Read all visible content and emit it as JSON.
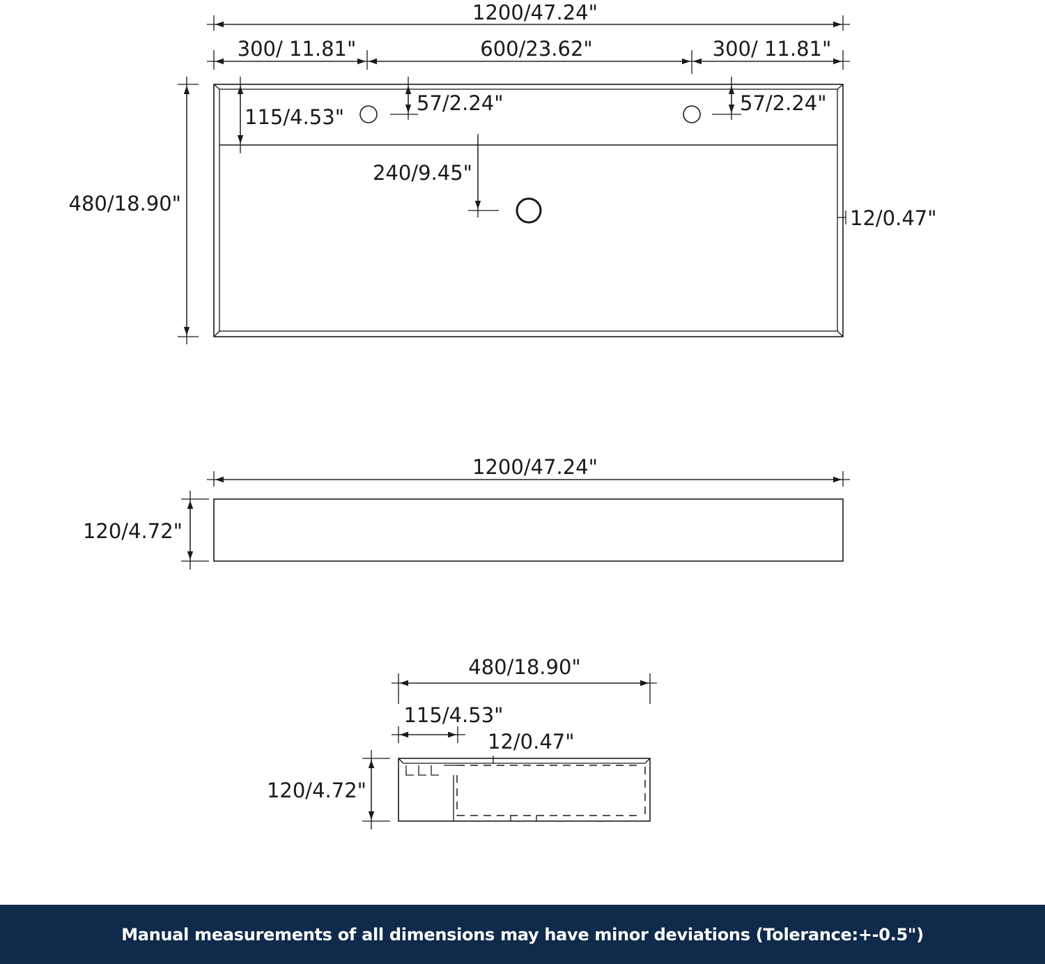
{
  "top_view": {
    "overall_width": "1200/47.24\"",
    "left_offset": "300/ 11.81\"",
    "center_span": "600/23.62\"",
    "right_offset": "300/ 11.81\"",
    "depth": "480/18.90\"",
    "ledge_depth": "115/4.53\"",
    "hole_left_offset": "57/2.24\"",
    "hole_right_offset": "57/2.24\"",
    "drain_offset": "240/9.45\"",
    "rim_thickness": "12/0.47\""
  },
  "front_view": {
    "width": "1200/47.24\"",
    "height": "120/4.72\""
  },
  "side_view": {
    "depth": "480/18.90\"",
    "ledge_depth": "115/4.53\"",
    "wall_thickness": "12/0.47\"",
    "height": "120/4.72\""
  },
  "footer": {
    "note": "Manual measurements of all dimensions may have minor deviations (Tolerance:+-0.5\")",
    "background": "#0f2a4a"
  }
}
